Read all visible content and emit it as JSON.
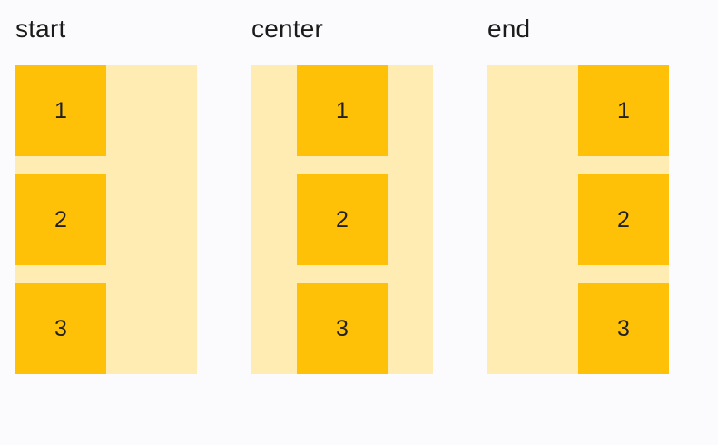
{
  "colors": {
    "page_bg": "#fbfbfd",
    "container_bg": "#ffecb3",
    "item_bg": "#ffc107",
    "label_text": "#1b1b1b",
    "item_text": "#212121"
  },
  "columns": [
    {
      "label": "start",
      "alignment": "start",
      "items": [
        "1",
        "2",
        "3"
      ]
    },
    {
      "label": "center",
      "alignment": "center",
      "items": [
        "1",
        "2",
        "3"
      ]
    },
    {
      "label": "end",
      "alignment": "end",
      "items": [
        "1",
        "2",
        "3"
      ]
    }
  ]
}
